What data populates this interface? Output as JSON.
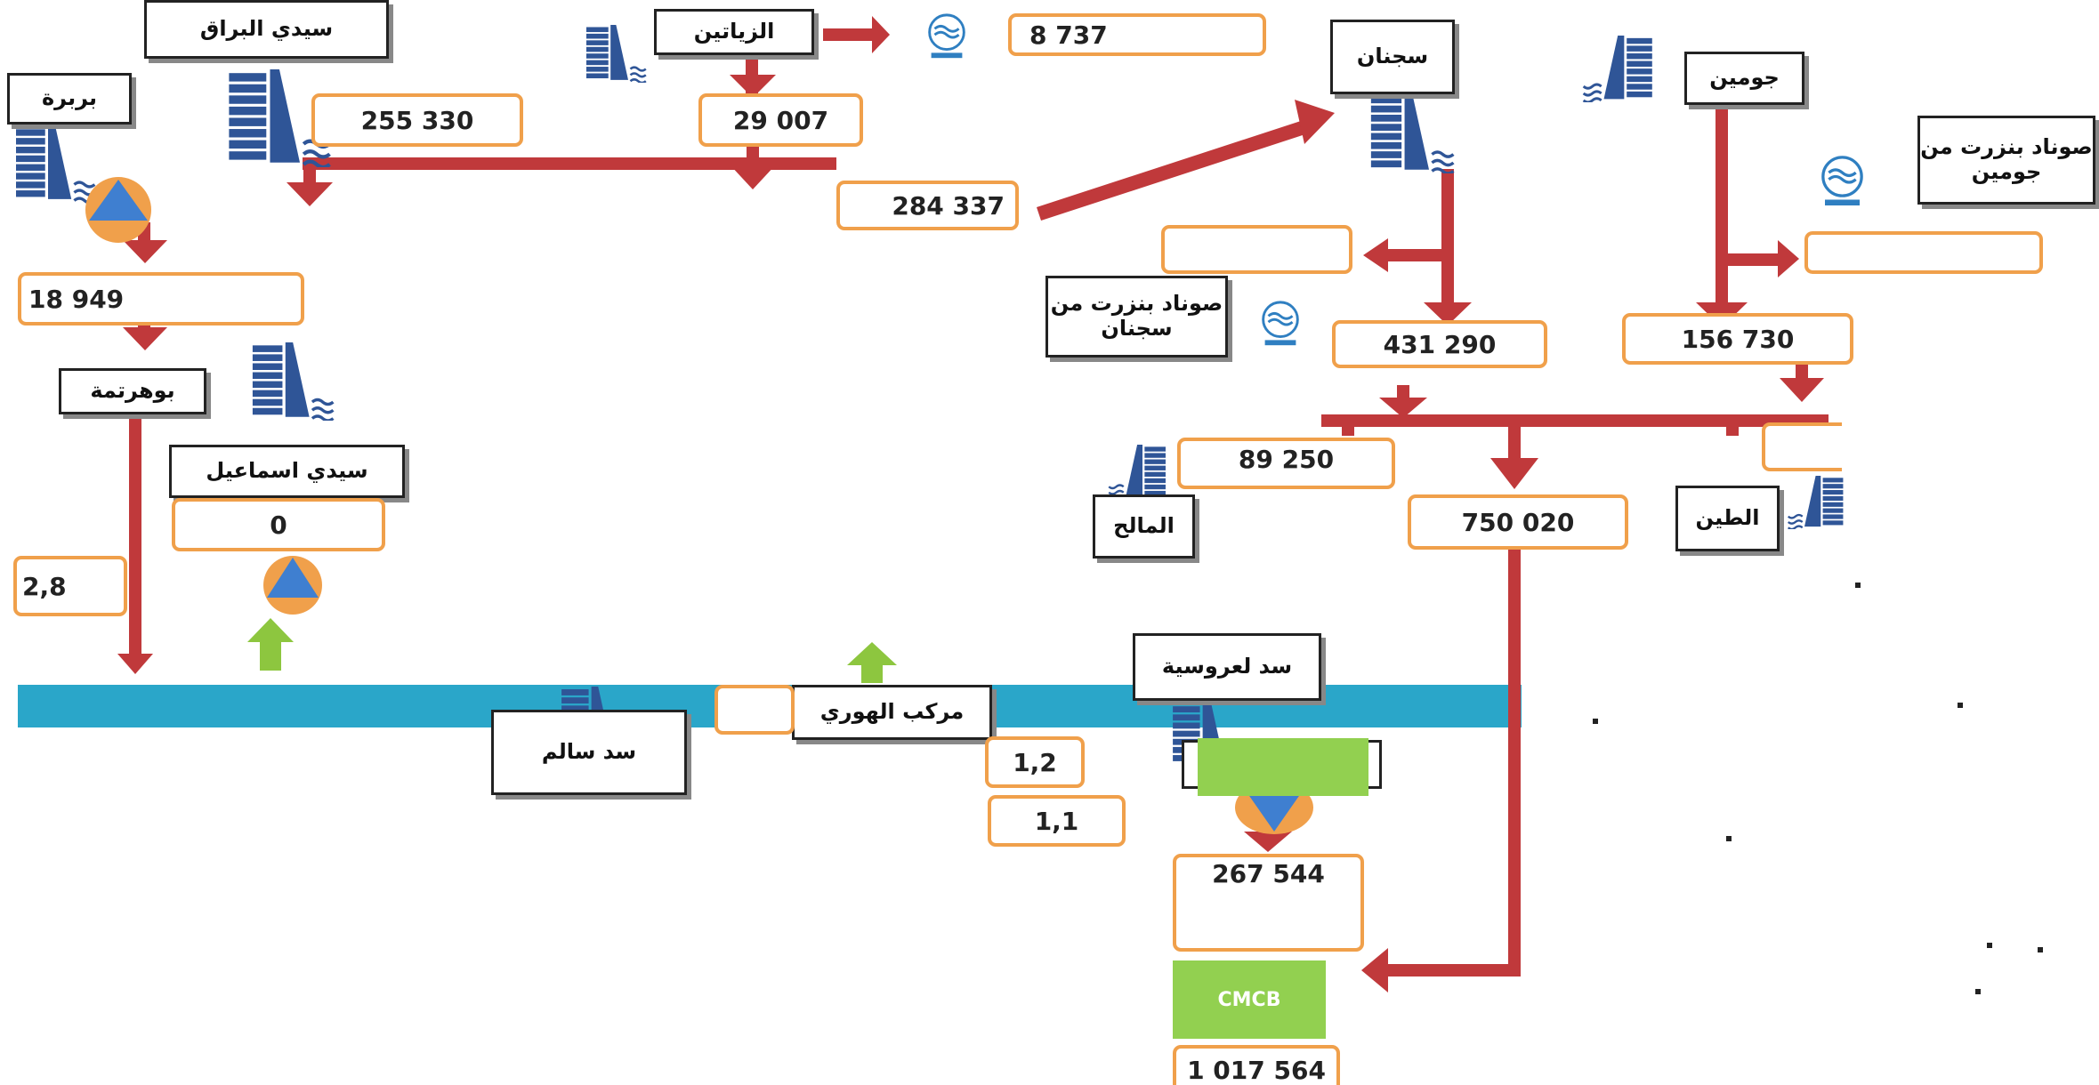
{
  "colors": {
    "flow": "#c0393b",
    "up_arrow": "#8dc63f",
    "canal": "#2aa6c9",
    "box_border": "#f0a04b",
    "dam": "#2f5597",
    "pump_fill": "#f0a04b",
    "cmcb": "#92d050"
  },
  "dams": {
    "sidi_barrak": "سيدي البراق",
    "zouitina": "الزياتين",
    "sejnane": "سجنان",
    "joumine": "جومين",
    "barbara": "بربرة",
    "bouhertma": "بوهرتمة",
    "sidi_ismail": "سيدي اسماعيل",
    "el_melah": "المالح",
    "tine": "الطين",
    "laaroussia": "سد لعروسية",
    "salem": "سد سالم"
  },
  "stations": {
    "el_houari": "مركب الهوري",
    "sonede_sejnane": "صوناد بنزرت من سجنان",
    "sonede_joumine": "صوناد بنزرت من جومين"
  },
  "values": {
    "sidi_barrak": "255 330",
    "zouitina": "29 007",
    "zouitina_sonede": "8 737",
    "combined": "284 337",
    "barbara": "18 949",
    "sidi_ismail": "0",
    "bouhertma": "2,8",
    "sejnane_sonede": "",
    "sejnane": "431 290",
    "joumine_sonede": "",
    "joumine": "156 730",
    "tine": "",
    "el_melah": "89 250",
    "ichkeul_mix": "750 020",
    "houari_a": "1,2",
    "houari_b": "1,1",
    "laaroussia_pump": "267 544",
    "cmcb_total": "1 017 564"
  },
  "cmcb_label": "CMCB",
  "icons": [
    "dam-icon",
    "pump-down-icon",
    "pump-up-icon",
    "sonede-logo-icon",
    "flow-arrow-icon",
    "up-arrow-icon"
  ]
}
